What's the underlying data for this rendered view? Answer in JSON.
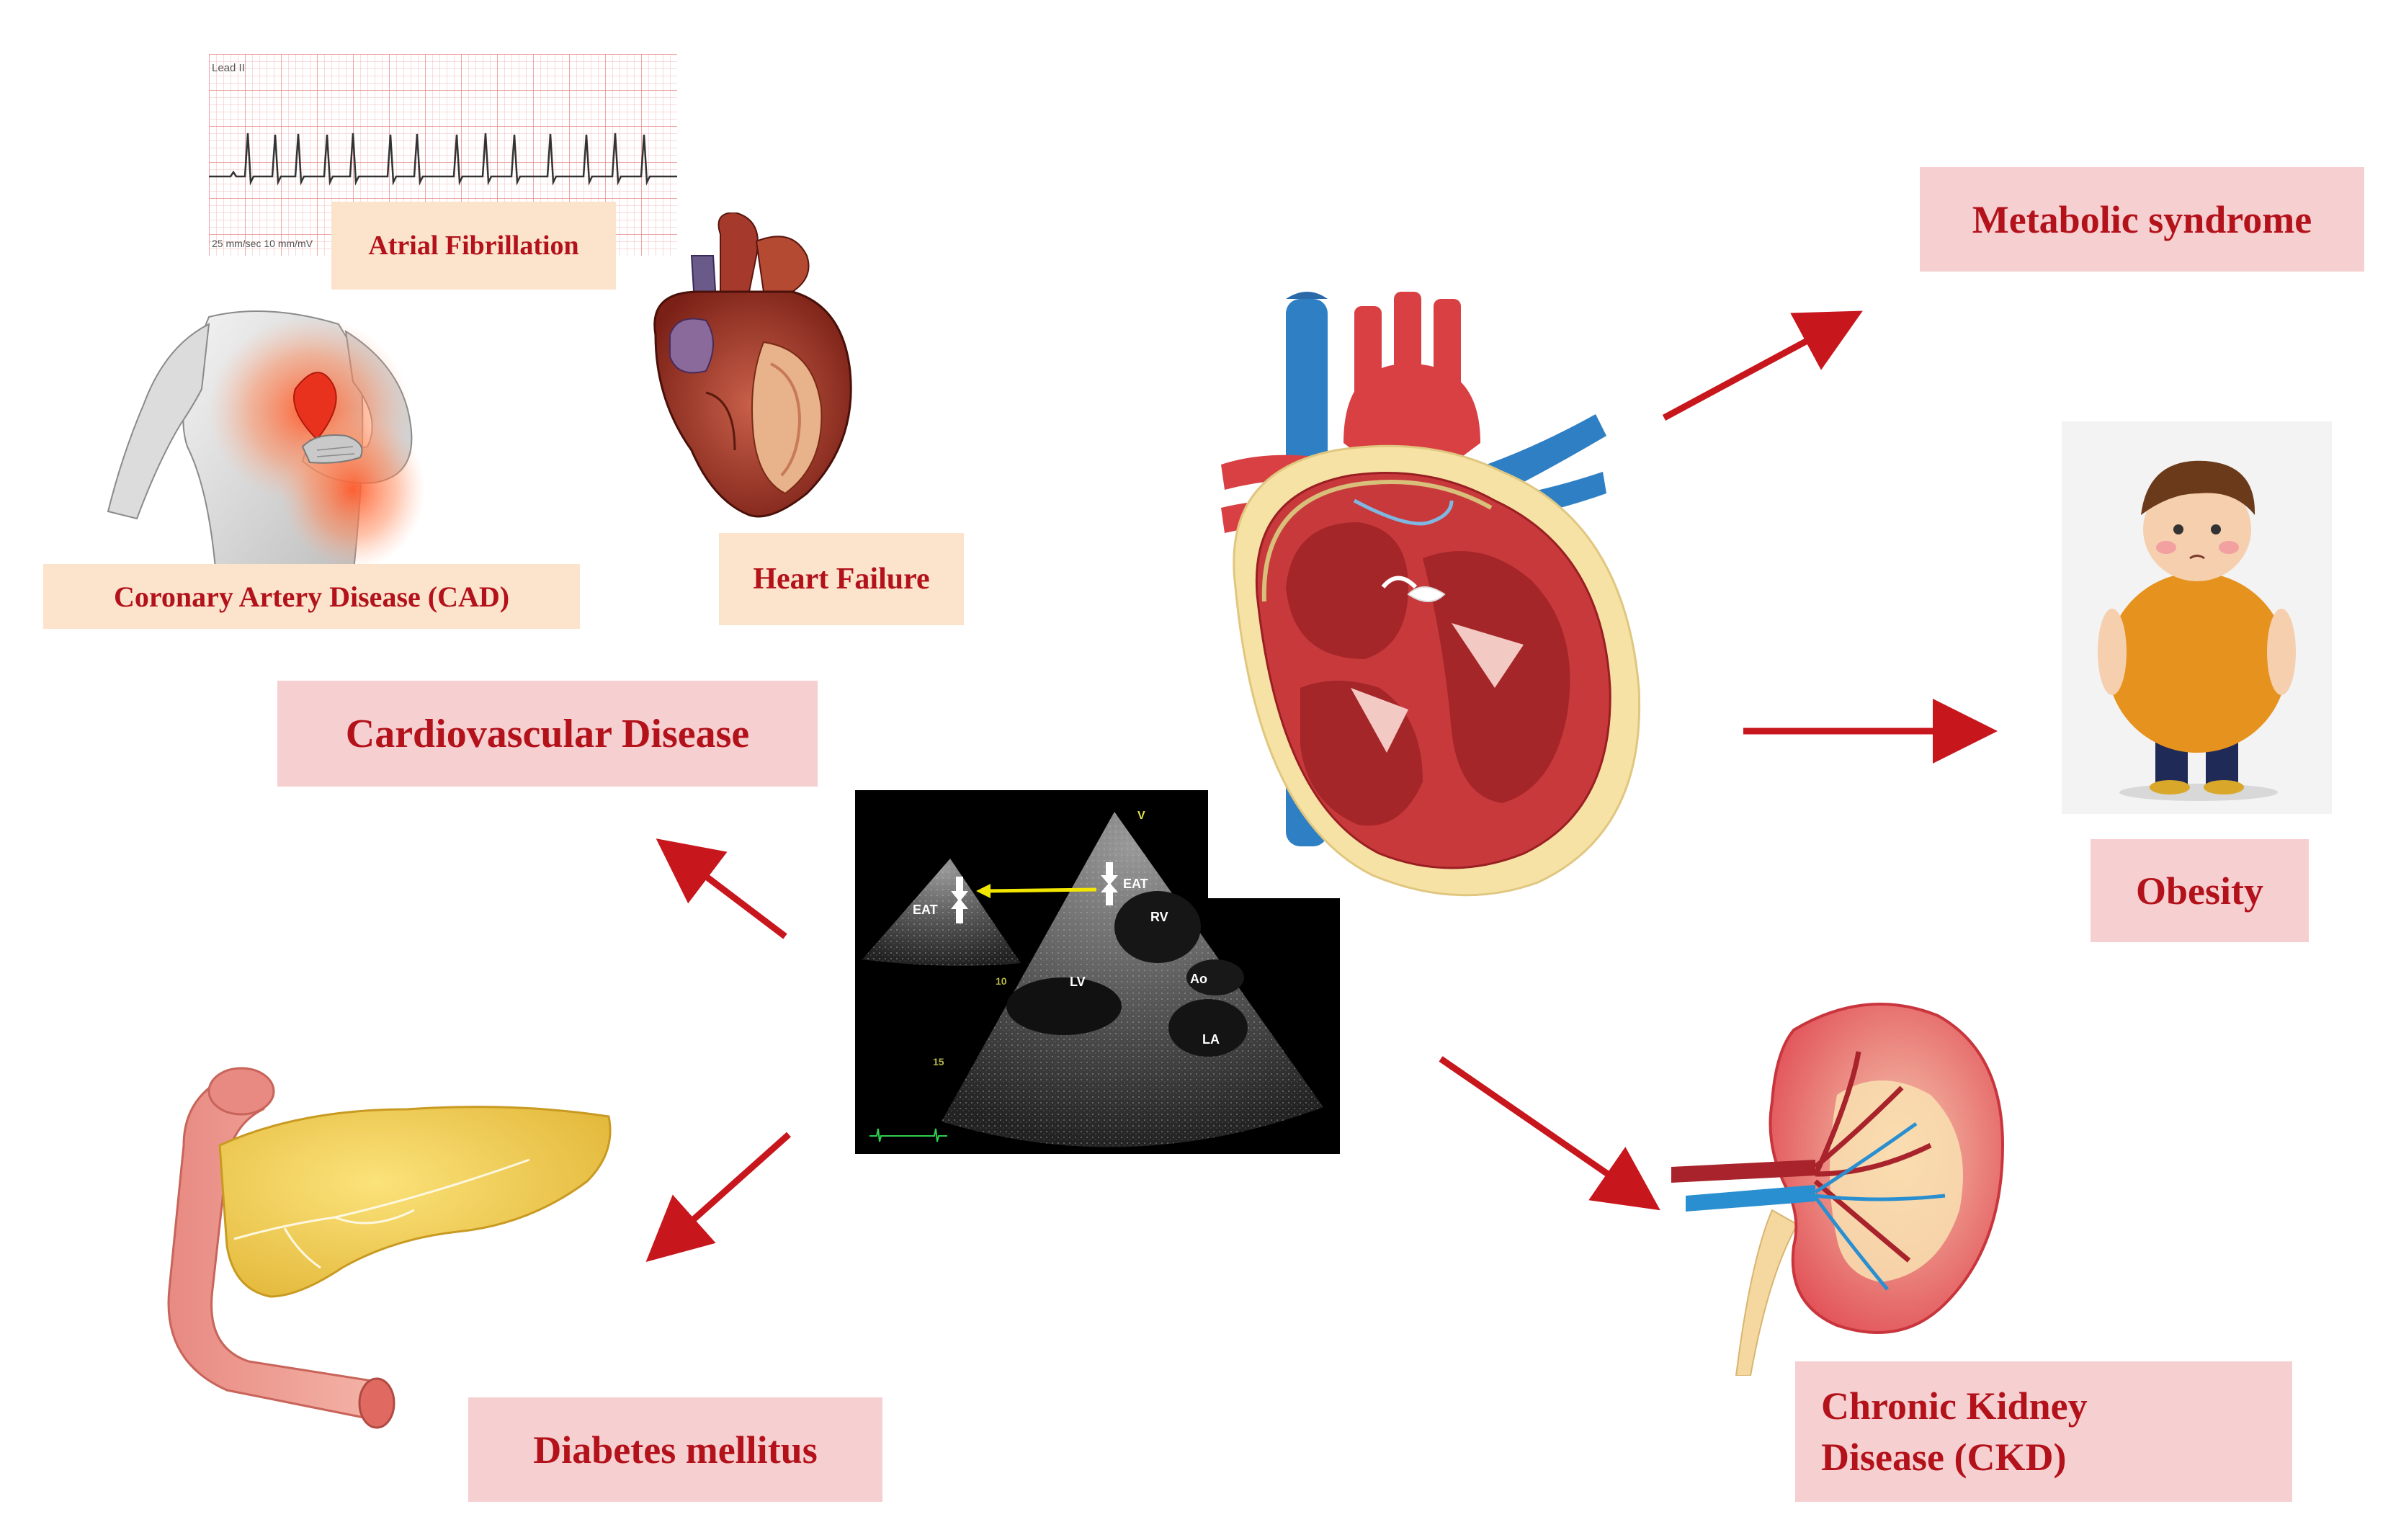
{
  "labels": {
    "atrial_fibrillation": "Atrial Fibrillation",
    "coronary_artery_disease": "Coronary Artery Disease (CAD)",
    "heart_failure": "Heart Failure",
    "cardiovascular_disease": "Cardiovascular Disease",
    "diabetes_mellitus": "Diabetes mellitus",
    "metabolic_syndrome": "Metabolic syndrome",
    "obesity": "Obesity",
    "ckd_line1": "Chronic Kidney",
    "ckd_line2": "Disease (CKD)"
  },
  "ecg": {
    "lead": "Lead II",
    "speed": "25 mm/sec 10 mm/mV"
  },
  "echo": {
    "eat_left": "EAT",
    "eat_right": "EAT",
    "rv": "RV",
    "lv": "LV",
    "ao": "Ao",
    "la": "LA",
    "v_marker": "V",
    "depth_10": "10",
    "depth_15": "15"
  },
  "colors": {
    "label_text": "#b3121b",
    "label_pink": "#f6cfd1",
    "label_peach": "#fbe3cc",
    "arrow": "#c8161d",
    "echo_pointer": "#f2e600"
  },
  "icons": [
    "ecg-strip-image",
    "chest-pain-figure-image",
    "anatomical-heart-image",
    "cross-section-heart-image",
    "echocardiogram-image",
    "obese-child-image",
    "pancreas-image",
    "kidney-image"
  ]
}
